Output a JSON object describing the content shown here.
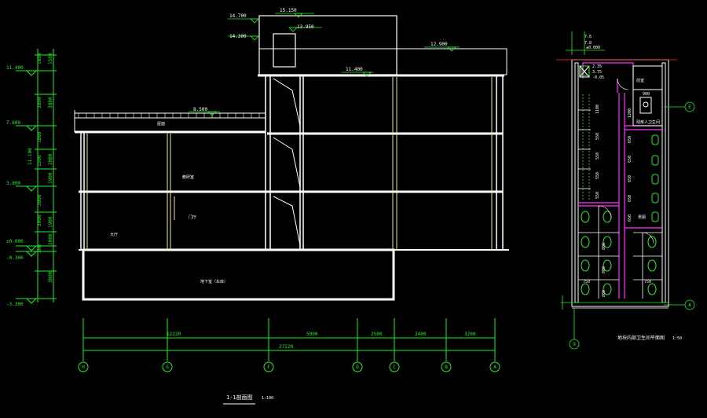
{
  "colors": {
    "background": "#000000",
    "wall": "#ffffff",
    "dimension": "#22ee22",
    "column": "#e8e890",
    "fixture": "#ffffff",
    "partition": "#ff33ff",
    "axis": "#22ee22"
  },
  "section": {
    "title": "1-1剖面图",
    "scale": "1:100",
    "elevations": {
      "roof_top": "15.150",
      "parapet": "14.700",
      "stair_roof": "13.950",
      "stair_base": "14.300",
      "right_roof": "12.900",
      "roof": "11.400",
      "mid_roof": "8.500",
      "left_top": "11.400",
      "level2": "7.600",
      "level1": "3.800",
      "ground": "±0.000",
      "outdoor": "-0.300",
      "basement": "-3.300"
    },
    "left_dims": [
      "1500",
      "1600",
      "3800",
      "3800",
      "1800",
      "2000",
      "1500",
      "1900",
      "3000",
      "3000",
      "1900",
      "2000",
      "300",
      "3000"
    ],
    "total_height_label": "11.100",
    "room_labels": [
      "屋面",
      "教研室",
      "门厅",
      "大厅",
      "地下室（车库）"
    ],
    "axis_dims": [
      "12220",
      "5900",
      "2500",
      "2400",
      "3200"
    ],
    "axis_total": "27220",
    "axes": [
      "H",
      "G",
      "F",
      "D",
      "C",
      "B",
      "A"
    ]
  },
  "plan": {
    "title": "地块内部卫生间平面图",
    "scale": "1:50",
    "top_labels": [
      "7.6",
      "7.8",
      "±0.000"
    ],
    "elev_notes": [
      "2.35",
      "3.75",
      "-0.05"
    ],
    "room_labels": [
      "前室",
      "残疾人卫生间",
      "男厕"
    ],
    "dims_right": [
      "900",
      "1200",
      "650",
      "650",
      "650",
      "650",
      "650"
    ],
    "dims_left": [
      "1100",
      "550",
      "550",
      "550",
      "550"
    ],
    "dims_bottom": [
      "750",
      "750"
    ],
    "dims_low": [
      "800",
      "800",
      "800"
    ],
    "axes": [
      "E",
      "A",
      "9"
    ]
  }
}
